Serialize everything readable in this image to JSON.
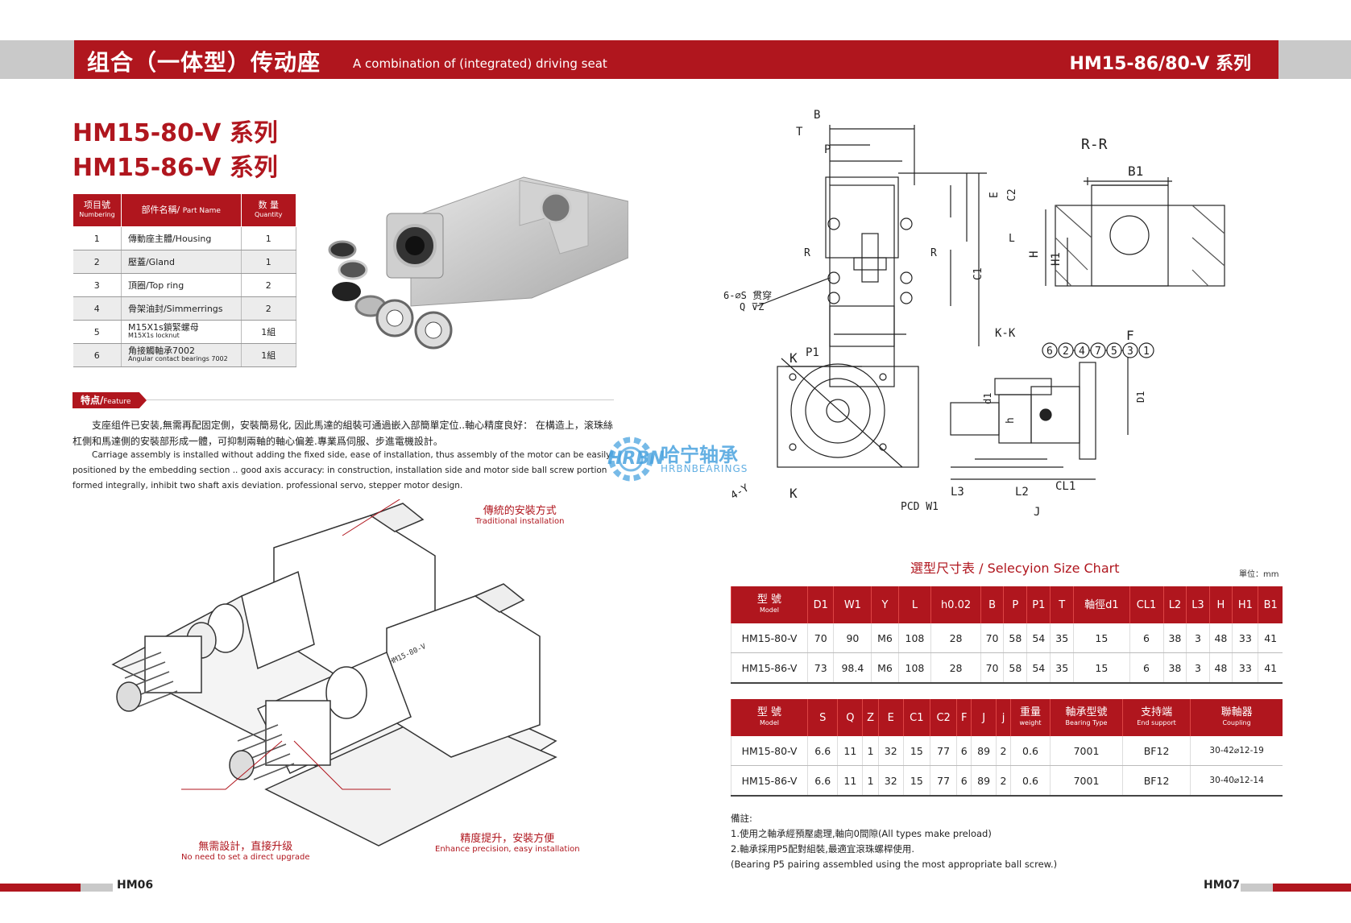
{
  "header": {
    "title": "组合（一体型）传动座",
    "subtitle": "A combination of (integrated) driving seat",
    "series": "HM15-86/80-V 系列"
  },
  "headings": [
    "HM15-80-V 系列",
    "HM15-86-V 系列"
  ],
  "parts_table": {
    "headers": [
      {
        "cn": "项目號",
        "en": "Numbering"
      },
      {
        "cn": "部件名稱/",
        "en": "Part Name"
      },
      {
        "cn": "数 量",
        "en": "Quantity"
      }
    ],
    "rows": [
      {
        "no": "1",
        "name": "傳動座主體/Housing",
        "sub": "",
        "qty": "1"
      },
      {
        "no": "2",
        "name": "壓蓋/Gland",
        "sub": "",
        "qty": "1"
      },
      {
        "no": "3",
        "name": "頂圈/Top ring",
        "sub": "",
        "qty": "2"
      },
      {
        "no": "4",
        "name": "骨架油封/Simmerrings",
        "sub": "",
        "qty": "2"
      },
      {
        "no": "5",
        "name": "M15X1s鎖緊螺母",
        "sub": "M15X1s locknut",
        "qty": "1組"
      },
      {
        "no": "6",
        "name": "角接觸軸承7002",
        "sub": "Angular contact bearings 7002",
        "qty": "1組"
      }
    ]
  },
  "feature": {
    "tag_cn": "特点/",
    "tag_en": "Feature",
    "text_cn": "支座组件已安装,無需再配固定側，安裝簡易化, 因此馬達的組裝可通過嵌入部簡單定位..軸心精度良好： 在構造上，滚珠絲杠側和馬達側的安裝部形成一體，可抑制兩軸的軸心偏差.專業爲伺服、步進電機設計。",
    "text_en": "Carriage assembly is installed without adding the fixed side, ease of installation, thus assembly of the motor can be easily positioned by the embedding section .. good axis accuracy: in construction, installation side and motor side ball screw portion formed integrally, inhibit two shaft axis deviation. professional servo, stepper motor design."
  },
  "illustration_labels": {
    "traditional_cn": "傳統的安裝方式",
    "traditional_en": "Traditional installation",
    "direct_cn": "無需設計，直接升级",
    "direct_en": "No need to set a direct upgrade",
    "precision_cn": "精度提升，安裝方便",
    "precision_en": "Enhance precision, easy installation",
    "motor_mark": "HM15-80-V"
  },
  "drawing_labels": {
    "B": "B",
    "T": "T",
    "P": "P",
    "E": "E",
    "C2": "C2",
    "L": "L",
    "C1": "C1",
    "P1": "P1",
    "R": "R",
    "hole": "6-⌀S 贯穿",
    "qz": "Q ⊽Z",
    "RR": "R-R",
    "B1": "B1",
    "H": "H",
    "H1": "H1",
    "K": "K",
    "KK": "K-K",
    "F": "F",
    "D1": "D1",
    "d1": "d1",
    "h": "h",
    "L3": "L3",
    "L2": "L2",
    "CL1": "CL1",
    "J": "J",
    "Y4": "4-Y",
    "PCD": "PCD W1",
    "callouts": [
      "6",
      "2",
      "4",
      "7",
      "5",
      "3",
      "1"
    ]
  },
  "watermark": {
    "logo": "HRBN",
    "cn": "哈宁轴承",
    "en": "HRBNBEARINGS"
  },
  "size_chart": {
    "title": "選型尺寸表 / Selecyion Size Chart",
    "unit": "單位：mm",
    "table1": {
      "model_header_cn": "型 號",
      "model_header_en": "Model",
      "headers": [
        "D1",
        "W1",
        "Y",
        "L",
        "h0.02",
        "B",
        "P",
        "P1",
        "T",
        "軸徑d1",
        "CL1",
        "L2",
        "L3",
        "H",
        "H1",
        "B1"
      ],
      "rows": [
        [
          "HM15-80-V",
          "70",
          "90",
          "M6",
          "108",
          "28",
          "70",
          "58",
          "54",
          "35",
          "15",
          "6",
          "38",
          "3",
          "48",
          "33",
          "41"
        ],
        [
          "HM15-86-V",
          "73",
          "98.4",
          "M6",
          "108",
          "28",
          "70",
          "58",
          "54",
          "35",
          "15",
          "6",
          "38",
          "3",
          "48",
          "33",
          "41"
        ]
      ]
    },
    "table2": {
      "model_header_cn": "型 號",
      "model_header_en": "Model",
      "headers": [
        {
          "cn": "S",
          "en": ""
        },
        {
          "cn": "Q",
          "en": ""
        },
        {
          "cn": "Z",
          "en": ""
        },
        {
          "cn": "E",
          "en": ""
        },
        {
          "cn": "C1",
          "en": ""
        },
        {
          "cn": "C2",
          "en": ""
        },
        {
          "cn": "F",
          "en": ""
        },
        {
          "cn": "J",
          "en": ""
        },
        {
          "cn": "j",
          "en": ""
        },
        {
          "cn": "重量",
          "en": "weight"
        },
        {
          "cn": "軸承型號",
          "en": "Bearing Type"
        },
        {
          "cn": "支持端",
          "en": "End support"
        },
        {
          "cn": "聯軸器",
          "en": "Coupling"
        }
      ],
      "rows": [
        [
          "HM15-80-V",
          "6.6",
          "11",
          "1",
          "32",
          "15",
          "77",
          "6",
          "89",
          "2",
          "0.6",
          "7001",
          "BF12",
          "30-42⌀12-19"
        ],
        [
          "HM15-86-V",
          "6.6",
          "11",
          "1",
          "32",
          "15",
          "77",
          "6",
          "89",
          "2",
          "0.6",
          "7001",
          "BF12",
          "30-40⌀12-14"
        ]
      ]
    }
  },
  "notes": {
    "title": "備註:",
    "items": [
      "1.使用之軸承經預壓處理,軸向0間隙(All types make preload)",
      "2.軸承採用P5配對組裝,最適宜滾珠螺桿使用.",
      "(Bearing P5 pairing assembled using the most appropriate ball screw.)"
    ]
  },
  "footer": {
    "left_page": "HM06",
    "right_page": "HM07"
  }
}
